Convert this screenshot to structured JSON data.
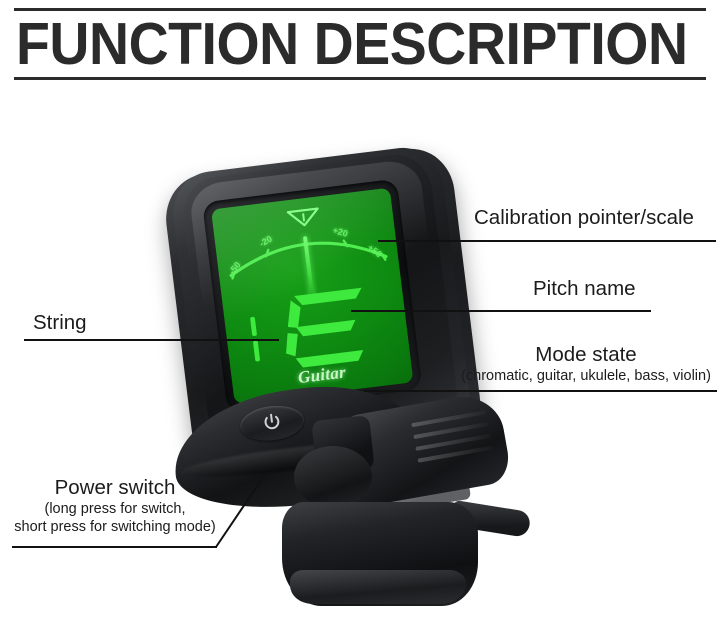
{
  "header": {
    "title": "FUNCTION DESCRIPTION"
  },
  "device": {
    "type": "clip-on chromatic tuner",
    "power_button_icon": "power-icon"
  },
  "display": {
    "mode_label": "Guitar",
    "pitch_letter": "E",
    "string_number": "1",
    "scale_ticks": [
      "-50",
      "-20",
      "+20",
      "+50"
    ],
    "needle_position": "center"
  },
  "annotations": [
    {
      "id": "calibration",
      "label": "Calibration pointer/scale",
      "sub": ""
    },
    {
      "id": "pitch-name",
      "label": "Pitch name",
      "sub": ""
    },
    {
      "id": "mode-state",
      "label": "Mode state",
      "sub": "(chromatic, guitar, ukulele, bass, violin)"
    },
    {
      "id": "string",
      "label": "String",
      "sub": ""
    },
    {
      "id": "power-switch",
      "label": "Power switch",
      "sub_line1": "(long press for switch,",
      "sub_line2": "short press for switching mode)"
    }
  ],
  "colors": {
    "lcd_background": "#0e8a11",
    "lcd_foreground": "#3dea3d",
    "body": "#1a1b1d",
    "rule": "#2b2b2b",
    "text": "#1c1c1c"
  }
}
